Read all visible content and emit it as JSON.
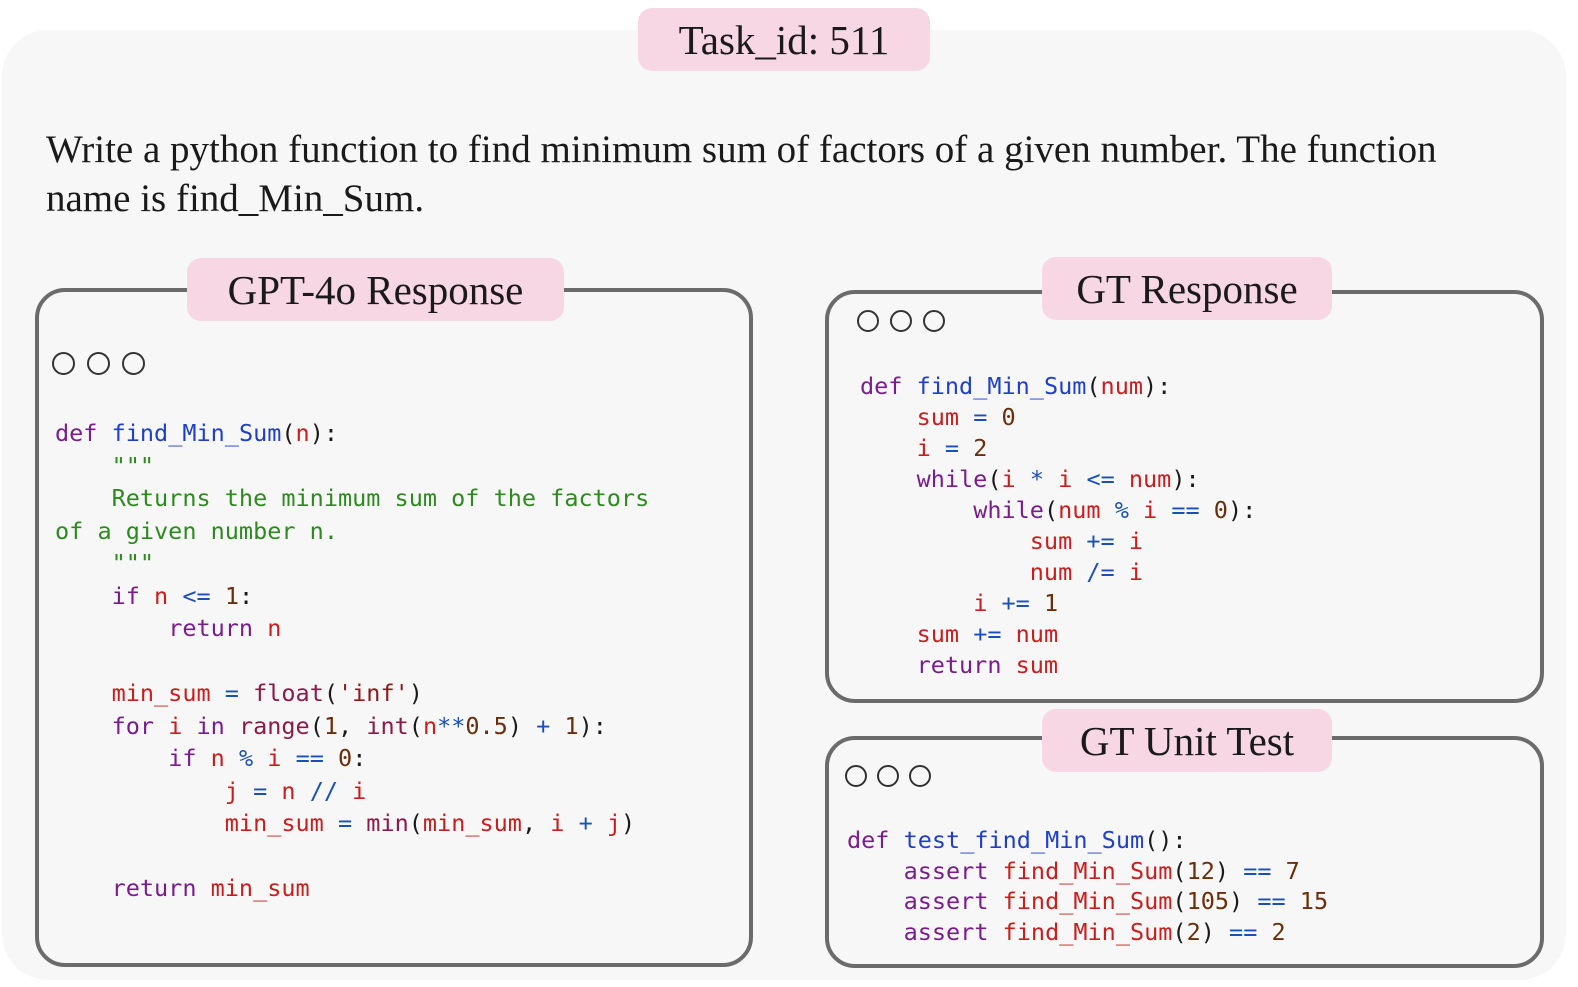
{
  "task_id": "Task_id: 511",
  "prompt_line1": "Write a python function to find minimum sum of factors of a given number. The function",
  "prompt_line2": "name is find_Min_Sum.",
  "panels": {
    "gpt4o": {
      "title": "GPT-4o Response"
    },
    "gt_response": {
      "title": "GT Response"
    },
    "gt_unit_test": {
      "title": "GT Unit Test"
    }
  },
  "colors": {
    "pill_bg": "#f8d7e4",
    "panel_border": "#6b6b6b",
    "background": "#f7f7f7",
    "keyword": "#7a1d8c",
    "function": "#1f3fc7",
    "variable": "#c81e1e",
    "number": "#6b2e0a",
    "operator": "#1a4fb8",
    "comment": "#2d8a1e"
  },
  "code": {
    "gpt": {
      "l1": [
        "def",
        "find_Min_Sum",
        "(",
        "n",
        "):"
      ],
      "l2": "    \"\"\"",
      "l3": "    Returns the minimum sum of the factors",
      "l4": "of a given number n.",
      "l5": "    \"\"\"",
      "l6": [
        "if",
        "n",
        "<=",
        "1",
        ":"
      ],
      "l7": [
        "return",
        "n"
      ],
      "l8": [
        "min_sum",
        "=",
        "float",
        "(",
        "'inf'",
        ")"
      ],
      "l9": [
        "for",
        "i",
        "in",
        "range",
        "(",
        "1",
        ", ",
        "int",
        "(",
        "n",
        "**",
        "0.5",
        ")",
        "+",
        "1",
        "):"
      ],
      "l10": [
        "if",
        "n",
        "%",
        "i",
        "==",
        "0",
        ":"
      ],
      "l11": [
        "j",
        "=",
        "n",
        "//",
        "i"
      ],
      "l12": [
        "min_sum",
        "=",
        "min",
        "(",
        "min_sum",
        ", ",
        "i",
        "+",
        "j",
        ")"
      ],
      "l13": [
        "return",
        "min_sum"
      ]
    },
    "gt": {
      "l1": [
        "def",
        "find_Min_Sum",
        "(",
        "num",
        "):"
      ],
      "l2": [
        "sum",
        "=",
        "0"
      ],
      "l3": [
        "i",
        "=",
        "2"
      ],
      "l4": [
        "while",
        "(",
        "i",
        "*",
        "i",
        "<=",
        "num",
        "):"
      ],
      "l5": [
        "while",
        "(",
        "num",
        "%",
        "i",
        "==",
        "0",
        "):"
      ],
      "l6": [
        "sum",
        "+=",
        "i"
      ],
      "l7": [
        "num",
        "/=",
        "i"
      ],
      "l8": [
        "i",
        "+=",
        "1"
      ],
      "l9": [
        "sum",
        "+=",
        "num"
      ],
      "l10": [
        "return",
        "sum"
      ]
    },
    "test": {
      "l1": [
        "def",
        "test_find_Min_Sum",
        "():"
      ],
      "l2": [
        "assert",
        "find_Min_Sum",
        "(",
        "12",
        ")",
        "==",
        "7"
      ],
      "l3": [
        "assert",
        "find_Min_Sum",
        "(",
        "105",
        ")",
        "==",
        "15"
      ],
      "l4": [
        "assert",
        "find_Min_Sum",
        "(",
        "2",
        ")",
        "==",
        "2"
      ]
    }
  }
}
